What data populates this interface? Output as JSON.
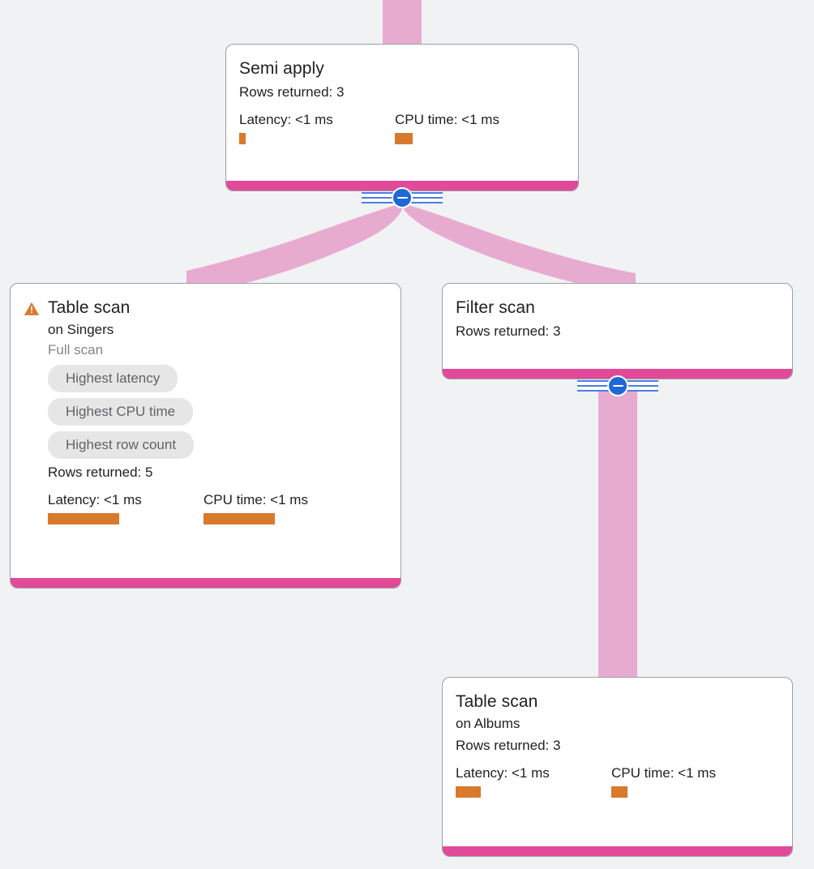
{
  "canvas": {
    "background_color": "#f1f2f4",
    "accent_color": "#e04a99",
    "edge_color": "#e8abd0",
    "metric_bar_color": "#d9792c",
    "toggle_color": "#1f68d8",
    "chip_bg_color": "#e6e6e6",
    "chip_text_color": "#5f6368"
  },
  "labels": {
    "rows_returned_prefix": "Rows returned:",
    "latency_prefix": "Latency:",
    "cpu_prefix": "CPU time:"
  },
  "nodes": [
    {
      "id": "semi-apply",
      "title": "Semi apply",
      "subtitle": "",
      "scan_type": "",
      "chips": [],
      "rows_returned": "Rows returned: 3",
      "latency_label": "Latency: <1 ms",
      "cpu_label": "CPU time: <1 ms",
      "latency_bar_width": 8,
      "cpu_bar_width": 22,
      "warning": false
    },
    {
      "id": "table-scan-singers",
      "title": "Table scan",
      "subtitle": "on Singers",
      "scan_type": "Full scan",
      "chips": [
        "Highest latency",
        "Highest CPU time",
        "Highest row count"
      ],
      "rows_returned": "Rows returned: 5",
      "latency_label": "Latency: <1 ms",
      "cpu_label": "CPU time: <1 ms",
      "latency_bar_width": 88,
      "cpu_bar_width": 88,
      "warning": true
    },
    {
      "id": "filter-scan",
      "title": "Filter scan",
      "subtitle": "",
      "scan_type": "",
      "chips": [],
      "rows_returned": "Rows returned: 3",
      "latency_label": "",
      "cpu_label": "",
      "latency_bar_width": 0,
      "cpu_bar_width": 0,
      "warning": false
    },
    {
      "id": "table-scan-albums",
      "title": "Table scan",
      "subtitle": "on Albums",
      "scan_type": "",
      "chips": [],
      "rows_returned": "Rows returned: 3",
      "latency_label": "Latency: <1 ms",
      "cpu_label": "CPU time: <1 ms",
      "latency_bar_width": 31,
      "cpu_bar_width": 20,
      "warning": false
    }
  ],
  "toggles": [
    {
      "id": "toggle-semi-apply",
      "state": "expanded",
      "icon": "minus-icon"
    },
    {
      "id": "toggle-filter-scan",
      "state": "expanded",
      "icon": "minus-icon"
    }
  ],
  "edges": [
    {
      "id": "edge-root-to-semi-apply",
      "from": "root",
      "to": "semi-apply"
    },
    {
      "id": "edge-semi-apply-to-table-scan-singers",
      "from": "semi-apply",
      "to": "table-scan-singers"
    },
    {
      "id": "edge-semi-apply-to-filter-scan",
      "from": "semi-apply",
      "to": "filter-scan"
    },
    {
      "id": "edge-filter-scan-to-table-scan-albums",
      "from": "filter-scan",
      "to": "table-scan-albums"
    }
  ]
}
